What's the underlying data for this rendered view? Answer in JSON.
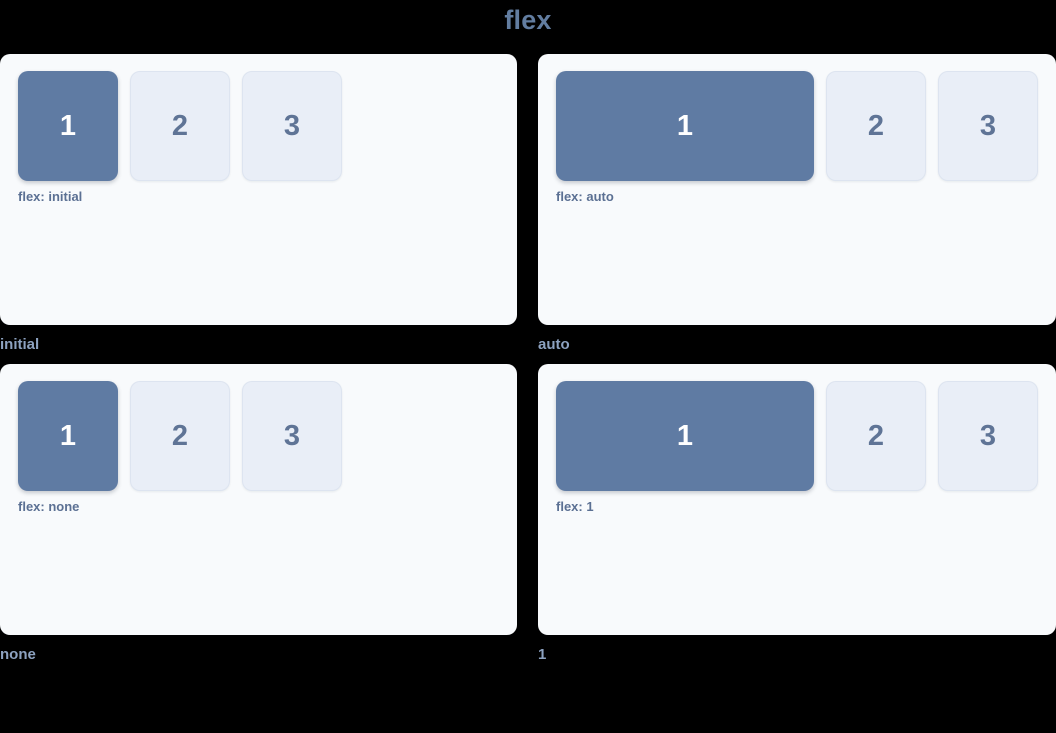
{
  "page": {
    "title": "flex",
    "background": "#000000",
    "card_background": "#f8fafc",
    "accent": "#5f7ba3",
    "muted_box": "#e9eef7",
    "title_color": "#627da0",
    "caption_color": "#8da2c0",
    "label_color": "#5b7093"
  },
  "demos": [
    {
      "caption": "initial",
      "property_label": "flex: initial",
      "boxes": [
        {
          "label": "1",
          "style": "primary"
        },
        {
          "label": "2",
          "style": "muted"
        },
        {
          "label": "3",
          "style": "muted"
        }
      ]
    },
    {
      "caption": "auto",
      "property_label": "flex: auto",
      "boxes": [
        {
          "label": "1",
          "style": "primary"
        },
        {
          "label": "2",
          "style": "muted"
        },
        {
          "label": "3",
          "style": "muted"
        }
      ]
    },
    {
      "caption": "none",
      "property_label": "flex: none",
      "boxes": [
        {
          "label": "1",
          "style": "primary"
        },
        {
          "label": "2",
          "style": "muted"
        },
        {
          "label": "3",
          "style": "muted"
        }
      ]
    },
    {
      "caption": "1",
      "property_label": "flex: 1",
      "boxes": [
        {
          "label": "1",
          "style": "primary"
        },
        {
          "label": "2",
          "style": "muted"
        },
        {
          "label": "3",
          "style": "muted"
        }
      ]
    }
  ]
}
